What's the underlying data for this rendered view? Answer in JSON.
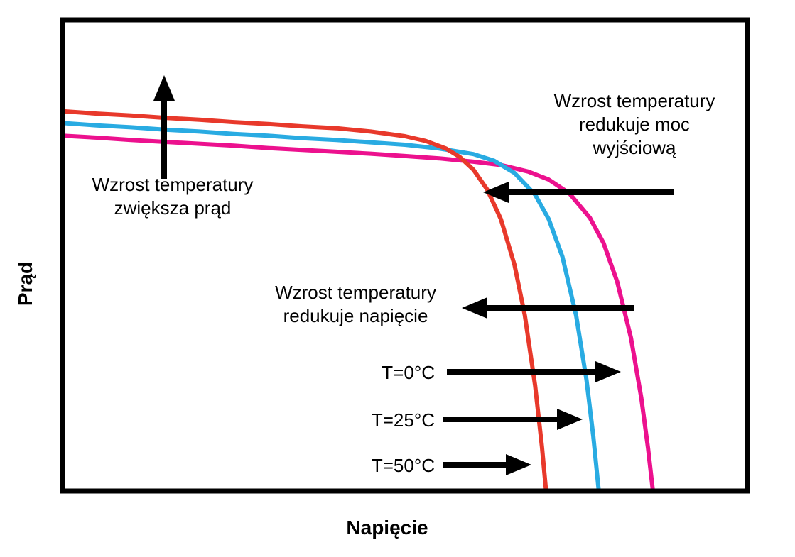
{
  "chart_data": {
    "type": "line",
    "title": "",
    "xlabel": "Napięcie",
    "ylabel": "Prąd",
    "axes": {
      "quantitative": false,
      "x_ticks": [],
      "y_ticks": [],
      "x_range_normalized": [
        0,
        1
      ],
      "y_range_normalized": [
        0,
        1
      ],
      "grid": false,
      "frame_color": "#000000"
    },
    "legend_position": "none",
    "series": [
      {
        "id": "t0",
        "name": "T=0°C",
        "color": "#ec118e",
        "points": [
          [
            0,
            0.754
          ],
          [
            0.05,
            0.75
          ],
          [
            0.1,
            0.745
          ],
          [
            0.15,
            0.741
          ],
          [
            0.2,
            0.737
          ],
          [
            0.25,
            0.733
          ],
          [
            0.3,
            0.728
          ],
          [
            0.35,
            0.724
          ],
          [
            0.4,
            0.72
          ],
          [
            0.45,
            0.716
          ],
          [
            0.5,
            0.711
          ],
          [
            0.55,
            0.706
          ],
          [
            0.6,
            0.699
          ],
          [
            0.64,
            0.692
          ],
          [
            0.68,
            0.678
          ],
          [
            0.71,
            0.661
          ],
          [
            0.74,
            0.632
          ],
          [
            0.77,
            0.58
          ],
          [
            0.79,
            0.526
          ],
          [
            0.81,
            0.444
          ],
          [
            0.83,
            0.325
          ],
          [
            0.845,
            0.198
          ],
          [
            0.855,
            0.09
          ],
          [
            0.862,
            0
          ]
        ]
      },
      {
        "id": "t25",
        "name": "T=25°C",
        "color": "#29abe2",
        "points": [
          [
            0,
            0.781
          ],
          [
            0.05,
            0.776
          ],
          [
            0.1,
            0.772
          ],
          [
            0.15,
            0.767
          ],
          [
            0.2,
            0.763
          ],
          [
            0.25,
            0.758
          ],
          [
            0.3,
            0.754
          ],
          [
            0.35,
            0.749
          ],
          [
            0.4,
            0.745
          ],
          [
            0.45,
            0.74
          ],
          [
            0.5,
            0.735
          ],
          [
            0.55,
            0.727
          ],
          [
            0.6,
            0.715
          ],
          [
            0.63,
            0.701
          ],
          [
            0.66,
            0.675
          ],
          [
            0.69,
            0.629
          ],
          [
            0.71,
            0.577
          ],
          [
            0.73,
            0.497
          ],
          [
            0.75,
            0.372
          ],
          [
            0.765,
            0.236
          ],
          [
            0.775,
            0.116
          ],
          [
            0.783,
            0
          ]
        ]
      },
      {
        "id": "t50",
        "name": "T=50°C",
        "color": "#e8392b",
        "points": [
          [
            0,
            0.806
          ],
          [
            0.05,
            0.801
          ],
          [
            0.1,
            0.797
          ],
          [
            0.15,
            0.792
          ],
          [
            0.2,
            0.788
          ],
          [
            0.25,
            0.783
          ],
          [
            0.3,
            0.779
          ],
          [
            0.35,
            0.774
          ],
          [
            0.4,
            0.77
          ],
          [
            0.45,
            0.763
          ],
          [
            0.5,
            0.753
          ],
          [
            0.53,
            0.743
          ],
          [
            0.56,
            0.727
          ],
          [
            0.58,
            0.709
          ],
          [
            0.6,
            0.682
          ],
          [
            0.62,
            0.64
          ],
          [
            0.64,
            0.577
          ],
          [
            0.66,
            0.48
          ],
          [
            0.675,
            0.373
          ],
          [
            0.69,
            0.224
          ],
          [
            0.7,
            0.094
          ],
          [
            0.706,
            0
          ]
        ]
      }
    ],
    "annotations": [
      {
        "id": "current",
        "text": "Wzrost temperatury zwiększa prąd"
      },
      {
        "id": "power",
        "text": "Wzrost temperatury redukuje moc wyjściową"
      },
      {
        "id": "voltage",
        "text": "Wzrost temperatury redukuje napięcie"
      },
      {
        "id": "t0",
        "text": "T=0°C"
      },
      {
        "id": "t25",
        "text": "T=25°C"
      },
      {
        "id": "t50",
        "text": "T=50°C"
      }
    ],
    "arrows": [
      {
        "name": "temperature-increases-current-arrow",
        "direction": "up",
        "from": [
          231,
          252
        ],
        "to": [
          231,
          106
        ]
      },
      {
        "name": "temperature-reduces-power-arrow",
        "direction": "left",
        "from": [
          948,
          271
        ],
        "to": [
          680,
          271
        ]
      },
      {
        "name": "temperature-reduces-voltage-arrow",
        "direction": "left",
        "from": [
          893,
          434
        ],
        "to": [
          650,
          434
        ]
      },
      {
        "name": "t0-curve-arrow",
        "direction": "right",
        "from": [
          629,
          524
        ],
        "to": [
          874,
          524
        ]
      },
      {
        "name": "t25-curve-arrow",
        "direction": "right",
        "from": [
          623,
          591
        ],
        "to": [
          820,
          591
        ]
      },
      {
        "name": "t50-curve-arrow",
        "direction": "right",
        "from": [
          623,
          655
        ],
        "to": [
          748,
          655
        ]
      }
    ],
    "arrow_color": "#000000"
  }
}
